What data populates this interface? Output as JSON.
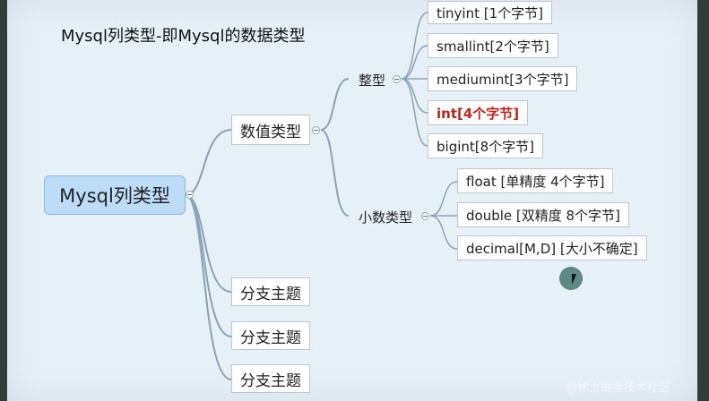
{
  "title": "Mysql列类型-即Mysql的数据类型",
  "root": {
    "label": "Mysql列类型"
  },
  "numeric": {
    "label": "数值类型",
    "integer": {
      "label": "整型",
      "items": [
        "tinyint [1个字节]",
        "smallint[2个字节]",
        "mediumint[3个字节]",
        "int[4个字节]",
        "bigint[8个字节]"
      ]
    },
    "decimal": {
      "label": "小数类型",
      "items": [
        "float [单精度 4个字节]",
        "double [双精度 8个字节]",
        "decimal[M,D] [大小不确定]"
      ]
    }
  },
  "branches": [
    "分支主题",
    "分支主题",
    "分支主题"
  ],
  "colors": {
    "highlight": "#c0231b",
    "root_bg": "#bcdcf8",
    "connector": "#8aa2b8"
  },
  "watermark": "@稀土掘金技术社区"
}
